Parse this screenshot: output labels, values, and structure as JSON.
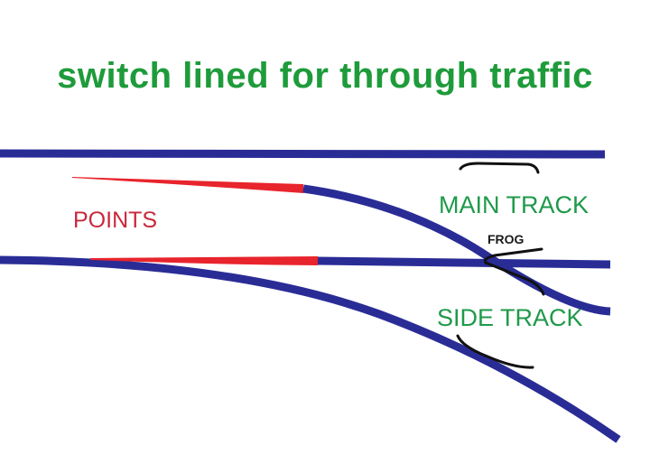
{
  "diagram": {
    "title": "switch lined for through traffic",
    "labels": {
      "points": "POINTS",
      "main_track": "MAIN TRACK",
      "side_track": "SIDE TRACK",
      "frog": "FROG"
    },
    "colors": {
      "title": "#1e9b3a",
      "track_labels": "#1f9a4a",
      "points_label": "#c8283c",
      "rail": "#2a2c96",
      "point_blade": "#e8242c",
      "annotation_marks": "#111111",
      "background": "#ffffff"
    },
    "elements": [
      {
        "id": "outer-main-rail",
        "kind": "rail",
        "shape": "straight",
        "color": "rail"
      },
      {
        "id": "upper-point-blade",
        "kind": "point-blade",
        "color": "point_blade",
        "connects_to": "diverging-closure-rail"
      },
      {
        "id": "diverging-closure-rail",
        "kind": "rail",
        "shape": "curve",
        "crosses_at": "frog"
      },
      {
        "id": "lower-point-blade",
        "kind": "point-blade",
        "color": "point_blade",
        "connects_to": "inner-main-rail"
      },
      {
        "id": "inner-main-rail",
        "kind": "rail",
        "shape": "straight",
        "crosses_at": "frog"
      },
      {
        "id": "outer-side-rail",
        "kind": "rail",
        "shape": "curve",
        "color": "rail"
      }
    ]
  }
}
